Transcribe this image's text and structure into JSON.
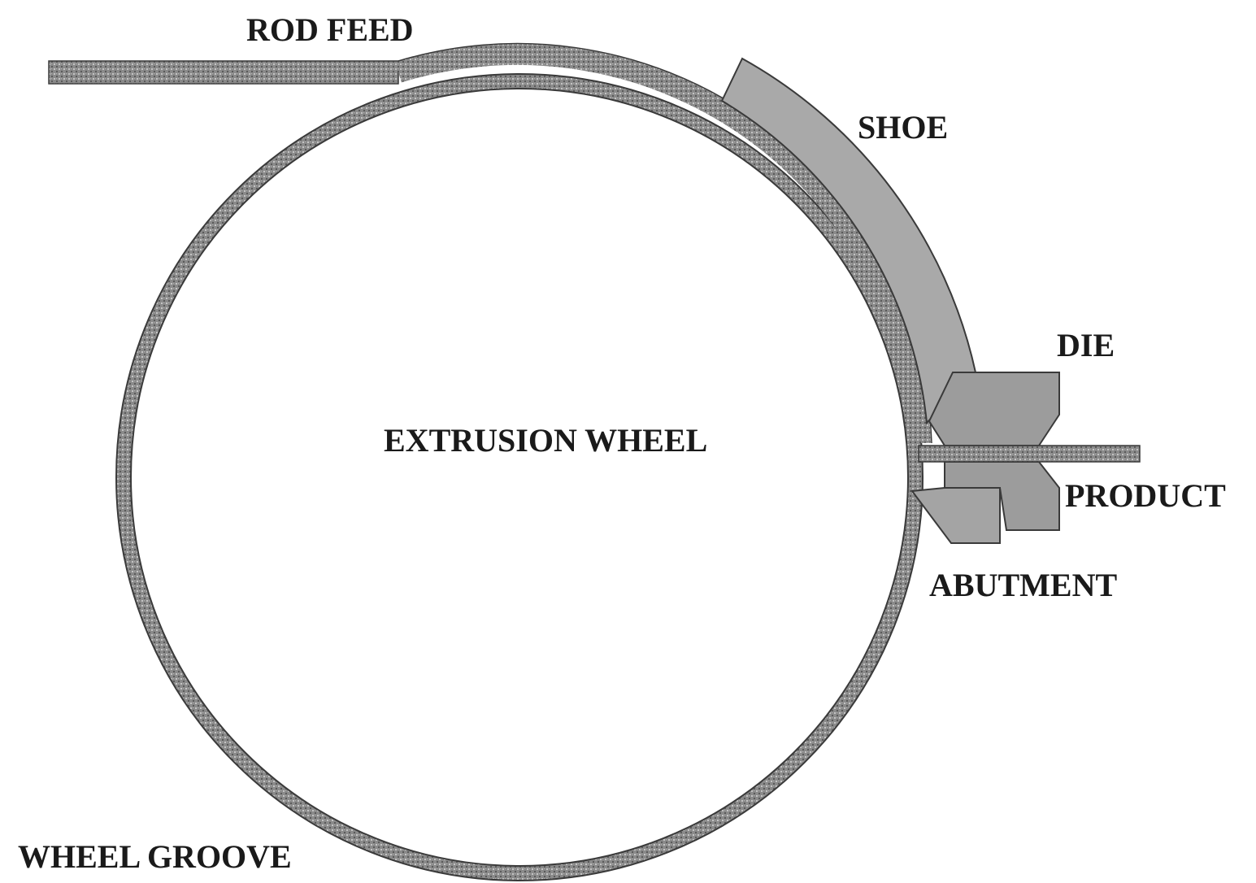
{
  "labels": {
    "rod_feed": "ROD FEED",
    "shoe": "SHOE",
    "die": "DIE",
    "extrusion_wheel": "EXTRUSION WHEEL",
    "product": "PRODUCT",
    "abutment": "ABUTMENT",
    "wheel_groove": "WHEEL GROOVE"
  },
  "colors": {
    "groove": "#8f8f8f",
    "shoe": "#a9a9a9",
    "die": "#9c9c9c",
    "abutment": "#a4a4a4",
    "outline": "#3a3a3a",
    "text": "#1a1a1a"
  }
}
